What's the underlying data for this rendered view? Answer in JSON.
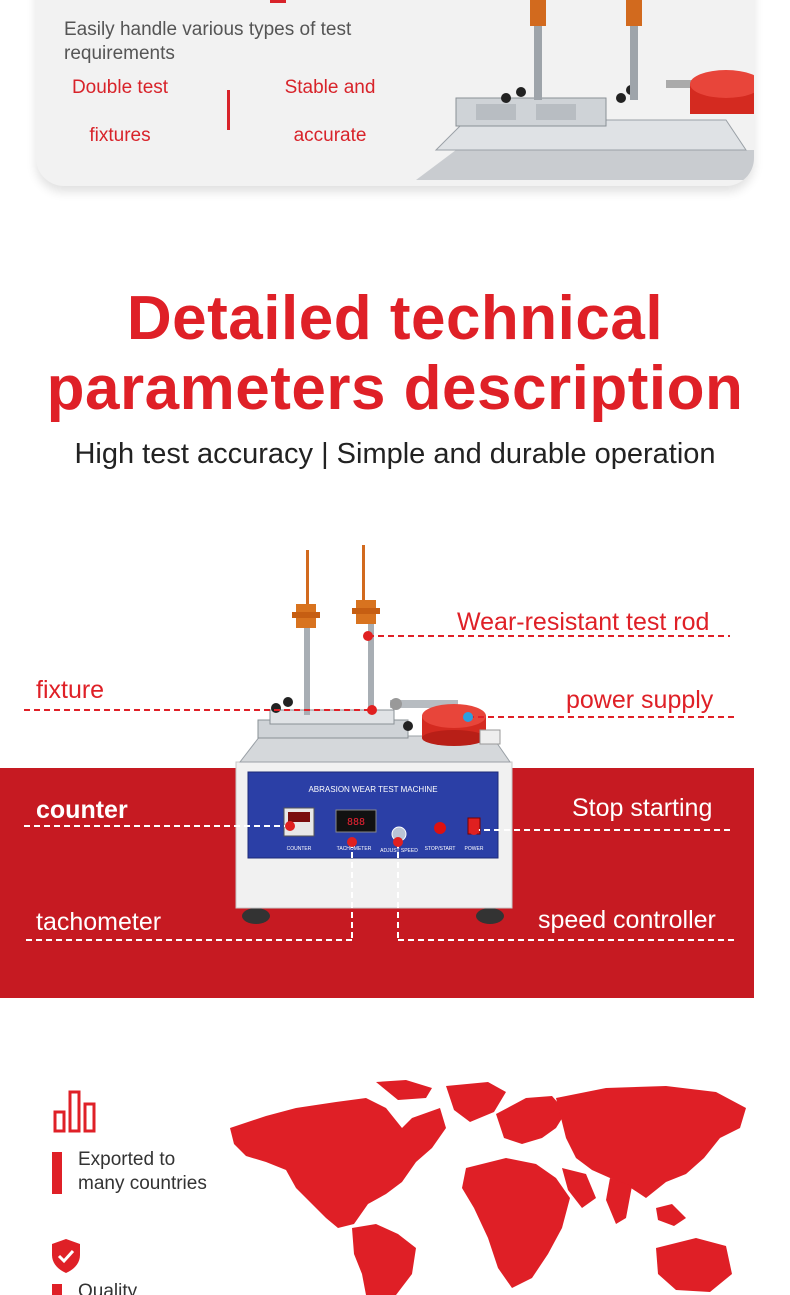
{
  "top_card": {
    "lead": "Easily handle various types of test requirements",
    "features": [
      {
        "line1": "Double test",
        "line2": "fixtures"
      },
      {
        "line1": "Stable and",
        "line2": "accurate"
      }
    ]
  },
  "section": {
    "heading_line1": "Detailed technical",
    "heading_line2": "parameters description",
    "subheading": "High test accuracy | Simple and durable operation"
  },
  "machine": {
    "panel_title": "ABRASION WEAR TEST MACHINE",
    "counter_label": "COUNTER",
    "tacho_label": "TACHOMETER",
    "speed_label": "ADJUST SPEED",
    "start_label": "STOP/START",
    "power_label": "POWER"
  },
  "callouts": {
    "rod": "Wear-resistant test rod",
    "fixture": "fixture",
    "power": "power supply",
    "counter": "counter",
    "stop_start": "Stop starting",
    "tachometer": "tachometer",
    "speed": "speed controller"
  },
  "export": {
    "stats": [
      {
        "icon": "bar-chart-icon",
        "line1": "Exported to",
        "line2": "many countries"
      },
      {
        "icon": "shield-check-icon",
        "line1": "Quality",
        "line2": ""
      }
    ]
  },
  "colors": {
    "brand_red": "#df2027",
    "band_red": "#c61a22",
    "panel_blue": "#2b3fa6"
  }
}
